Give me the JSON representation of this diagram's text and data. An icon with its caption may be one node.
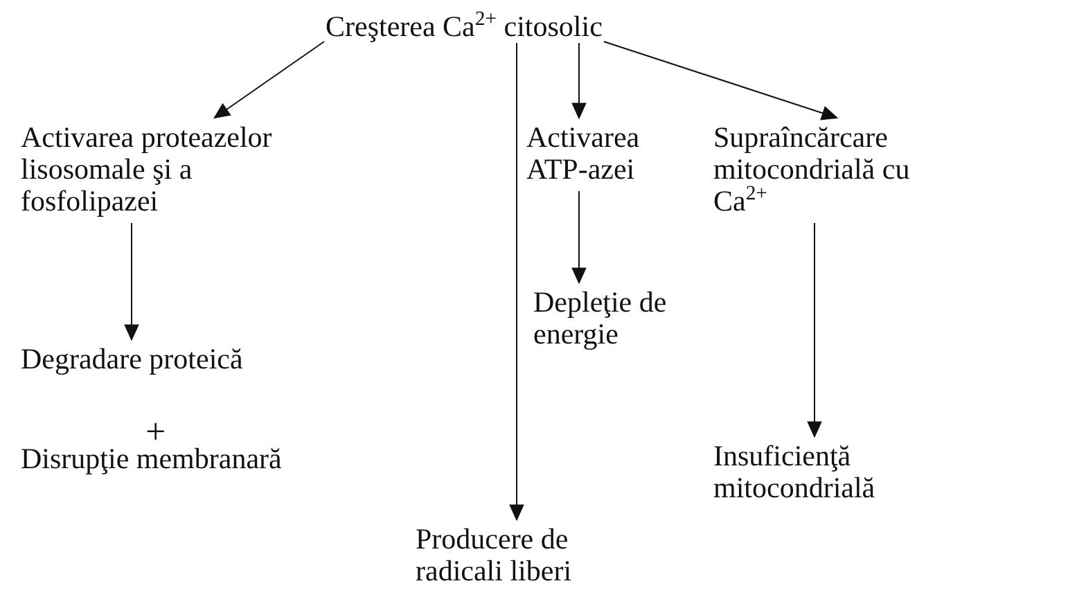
{
  "diagram": {
    "nodes": [
      {
        "text": [
          "Creşterea Ca$^{2+}$ citosolic"
        ]
      },
      {
        "text": [
          "Activarea proteazelor lisosomale şi a fosfolipazei"
        ]
      },
      {
        "text": [
          "Degradare proteică"
        ]
      },
      {
        "text": [
          "Disrupţie membranară"
        ]
      },
      {
        "text": [
          "Producere de radicali liberi"
        ]
      },
      {
        "text": [
          "Activarea ATP-azei"
        ]
      },
      {
        "text": [
          "Depleţie de energie"
        ]
      },
      {
        "text": [
          "Supraîncărcare mitocondrială cu Ca$^{2+}$"
        ]
      },
      {
        "text": [
          "Insuficienţă mitocondrială"
        ]
      }
    ],
    "edges": [
      {
        "from": 0,
        "to": 1,
        "arrow": "to"
      },
      {
        "from": 0,
        "to": 4,
        "arrow": "to"
      },
      {
        "from": 0,
        "to": 5,
        "arrow": "to"
      },
      {
        "from": 0,
        "to": 7,
        "arrow": "to"
      },
      {
        "from": 1,
        "to": 2,
        "arrow": "to"
      },
      {
        "from": 5,
        "to": 6,
        "arrow": "to"
      },
      {
        "from": 7,
        "to": 8,
        "arrow": "to"
      }
    ],
    "labels": [
      "+"
    ]
  }
}
